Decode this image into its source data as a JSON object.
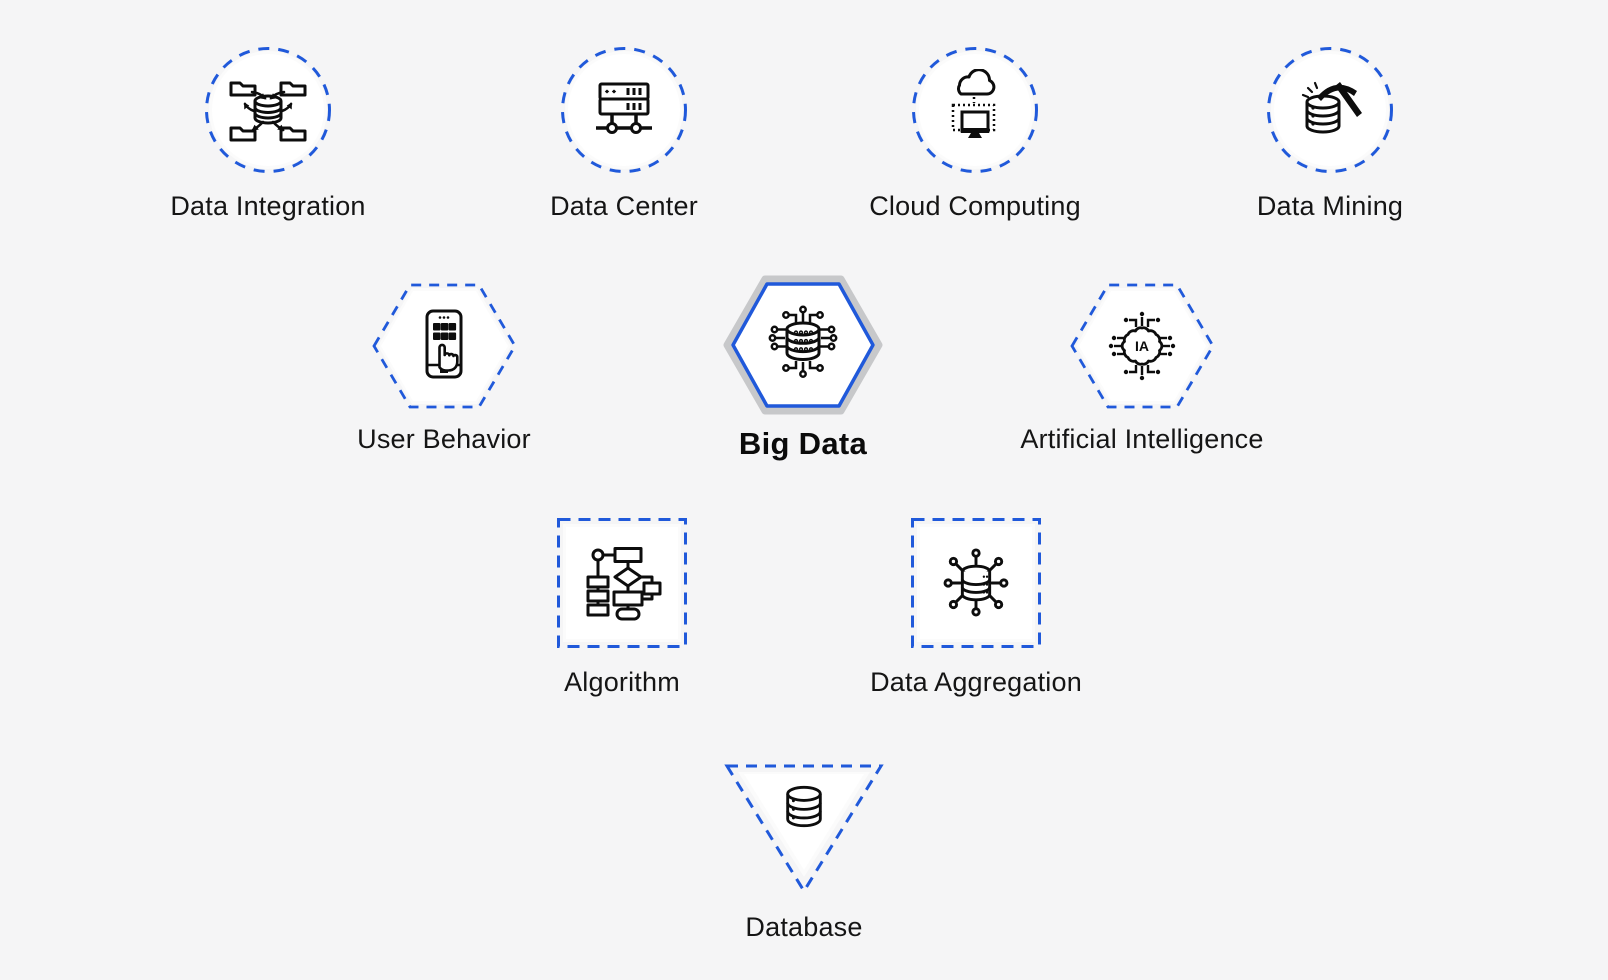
{
  "page": {
    "background_color": "#f5f5f6",
    "accent_dash_blue": "#2059da",
    "emphasis_hex_gray": "#c7c8ca",
    "icon_stroke_color": "#0d0d0d",
    "label_color": "#151515"
  },
  "nodes": [
    {
      "id": "data-integration",
      "label": "Data Integration",
      "shape": "dashed-circle"
    },
    {
      "id": "data-center",
      "label": "Data Center",
      "shape": "dashed-circle"
    },
    {
      "id": "cloud-computing",
      "label": "Cloud Computing",
      "shape": "dashed-circle"
    },
    {
      "id": "data-mining",
      "label": "Data Mining",
      "shape": "dashed-circle"
    },
    {
      "id": "user-behavior",
      "label": "User Behavior",
      "shape": "dashed-hexagon"
    },
    {
      "id": "big-data",
      "label": "Big Data",
      "shape": "solid-hexagon",
      "emphasis": true
    },
    {
      "id": "artificial-intelligence",
      "label": "Artificial Intelligence",
      "shape": "dashed-hexagon"
    },
    {
      "id": "algorithm",
      "label": "Algorithm",
      "shape": "dashed-square"
    },
    {
      "id": "data-aggregation",
      "label": "Data Aggregation",
      "shape": "dashed-square"
    },
    {
      "id": "database",
      "label": "Database",
      "shape": "dashed-triangle"
    }
  ],
  "ai_icon_text": "IA"
}
